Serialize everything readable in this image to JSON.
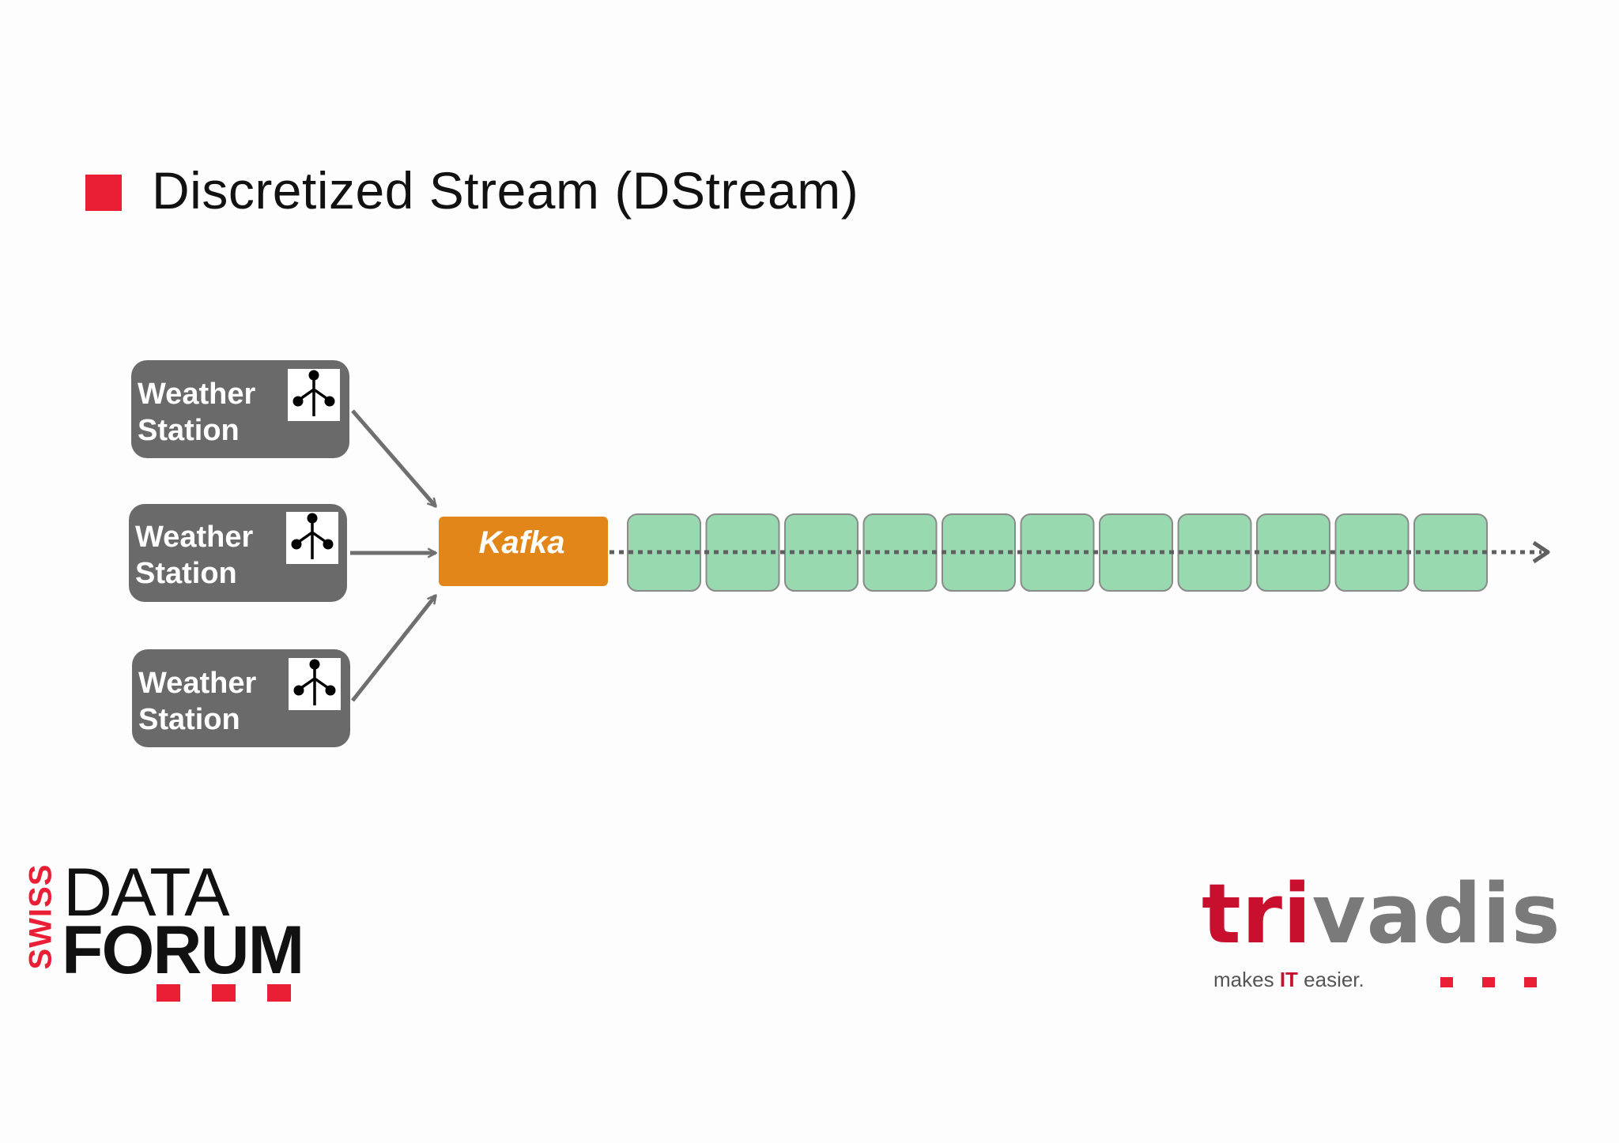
{
  "slide": {
    "title": "Discretized Stream (DStream)"
  },
  "sources": [
    {
      "line1": "Weather",
      "line2": "Station",
      "icon": "weather-station-icon"
    },
    {
      "line1": "Weather",
      "line2": "Station",
      "icon": "weather-station-icon"
    },
    {
      "line1": "Weather",
      "line2": "Station",
      "icon": "weather-station-icon"
    }
  ],
  "broker": {
    "label": "Kafka"
  },
  "stream": {
    "batch_count": 11
  },
  "colors": {
    "accent_red": "#ea1f36",
    "station_box": "#6b6a6b",
    "kafka_box": "#e2861a",
    "batch_fill": "#98d9b0",
    "batch_stroke": "#8a8a8a",
    "arrow": "#6f6f6f"
  },
  "logos": {
    "left": {
      "swiss": "SWISS",
      "data": "DATA",
      "forum": "FORUM"
    },
    "right": {
      "brand_part1": "tri",
      "brand_part2": "vadis",
      "tagline_before": "makes ",
      "tagline_it": "IT",
      "tagline_after": " easier."
    }
  }
}
